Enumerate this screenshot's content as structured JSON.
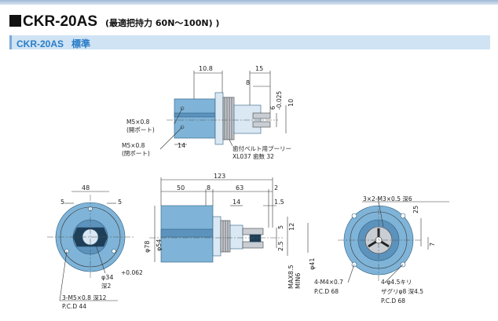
{
  "header": {
    "title": "CKR-20AS",
    "subtitle": "(最適把持力 60N〜100N) )"
  },
  "section": {
    "model": "CKR-20AS",
    "kind": "標準"
  },
  "top_view": {
    "dim_10_8": "10.8",
    "dim_15": "15",
    "dim_8": "8",
    "dim_6": "6",
    "dim_6_tol": "-0.025",
    "dim_10": "10",
    "dim_14": "14",
    "port1": "M5×0.8",
    "port1_note": "(開ポート)",
    "port2": "M5×0.8",
    "port2_note": "(閉ポート)",
    "pulley": "歯付ベルト用プーリー",
    "pulley_spec": "XL037 歯数 32"
  },
  "left_view": {
    "dim_48": "48",
    "dim_5a": "5",
    "dim_5b": "5",
    "dim_phi34": "φ34",
    "dim_phi34_tol": "+0.062",
    "depth": "深2",
    "tap": "3-M5×0.8 深12",
    "pcd": "P.C.D 44"
  },
  "front_view": {
    "dim_123": "123",
    "dim_50": "50",
    "dim_8": "8",
    "dim_63": "63",
    "dim_2": "2",
    "dim_14": "14",
    "dim_1_5": "1.5",
    "dim_phi78": "φ78",
    "dim_phi54": "φ54",
    "dim_5": "5",
    "dim_12": "12",
    "dim_2_5": "2.5",
    "dim_max": "MAX8.5",
    "dim_min": "MIN6",
    "dim_phi41": "φ41"
  },
  "right_view": {
    "tap_top": "3×2-M3×0.5 深6",
    "dim_25": "25",
    "dim_7": "7",
    "tap_bottom": "4-M4×0.7",
    "pcd_bottom": "P.C.D 68",
    "hole_note": "4-φ4.5キリ",
    "cbore": "ザグリφ8 深4.5",
    "pcd_hole": "P.C.D 68"
  },
  "colors": {
    "body": "#7fb4d8",
    "accent": "#2a7cc7",
    "bar": "#cfe3f4"
  }
}
